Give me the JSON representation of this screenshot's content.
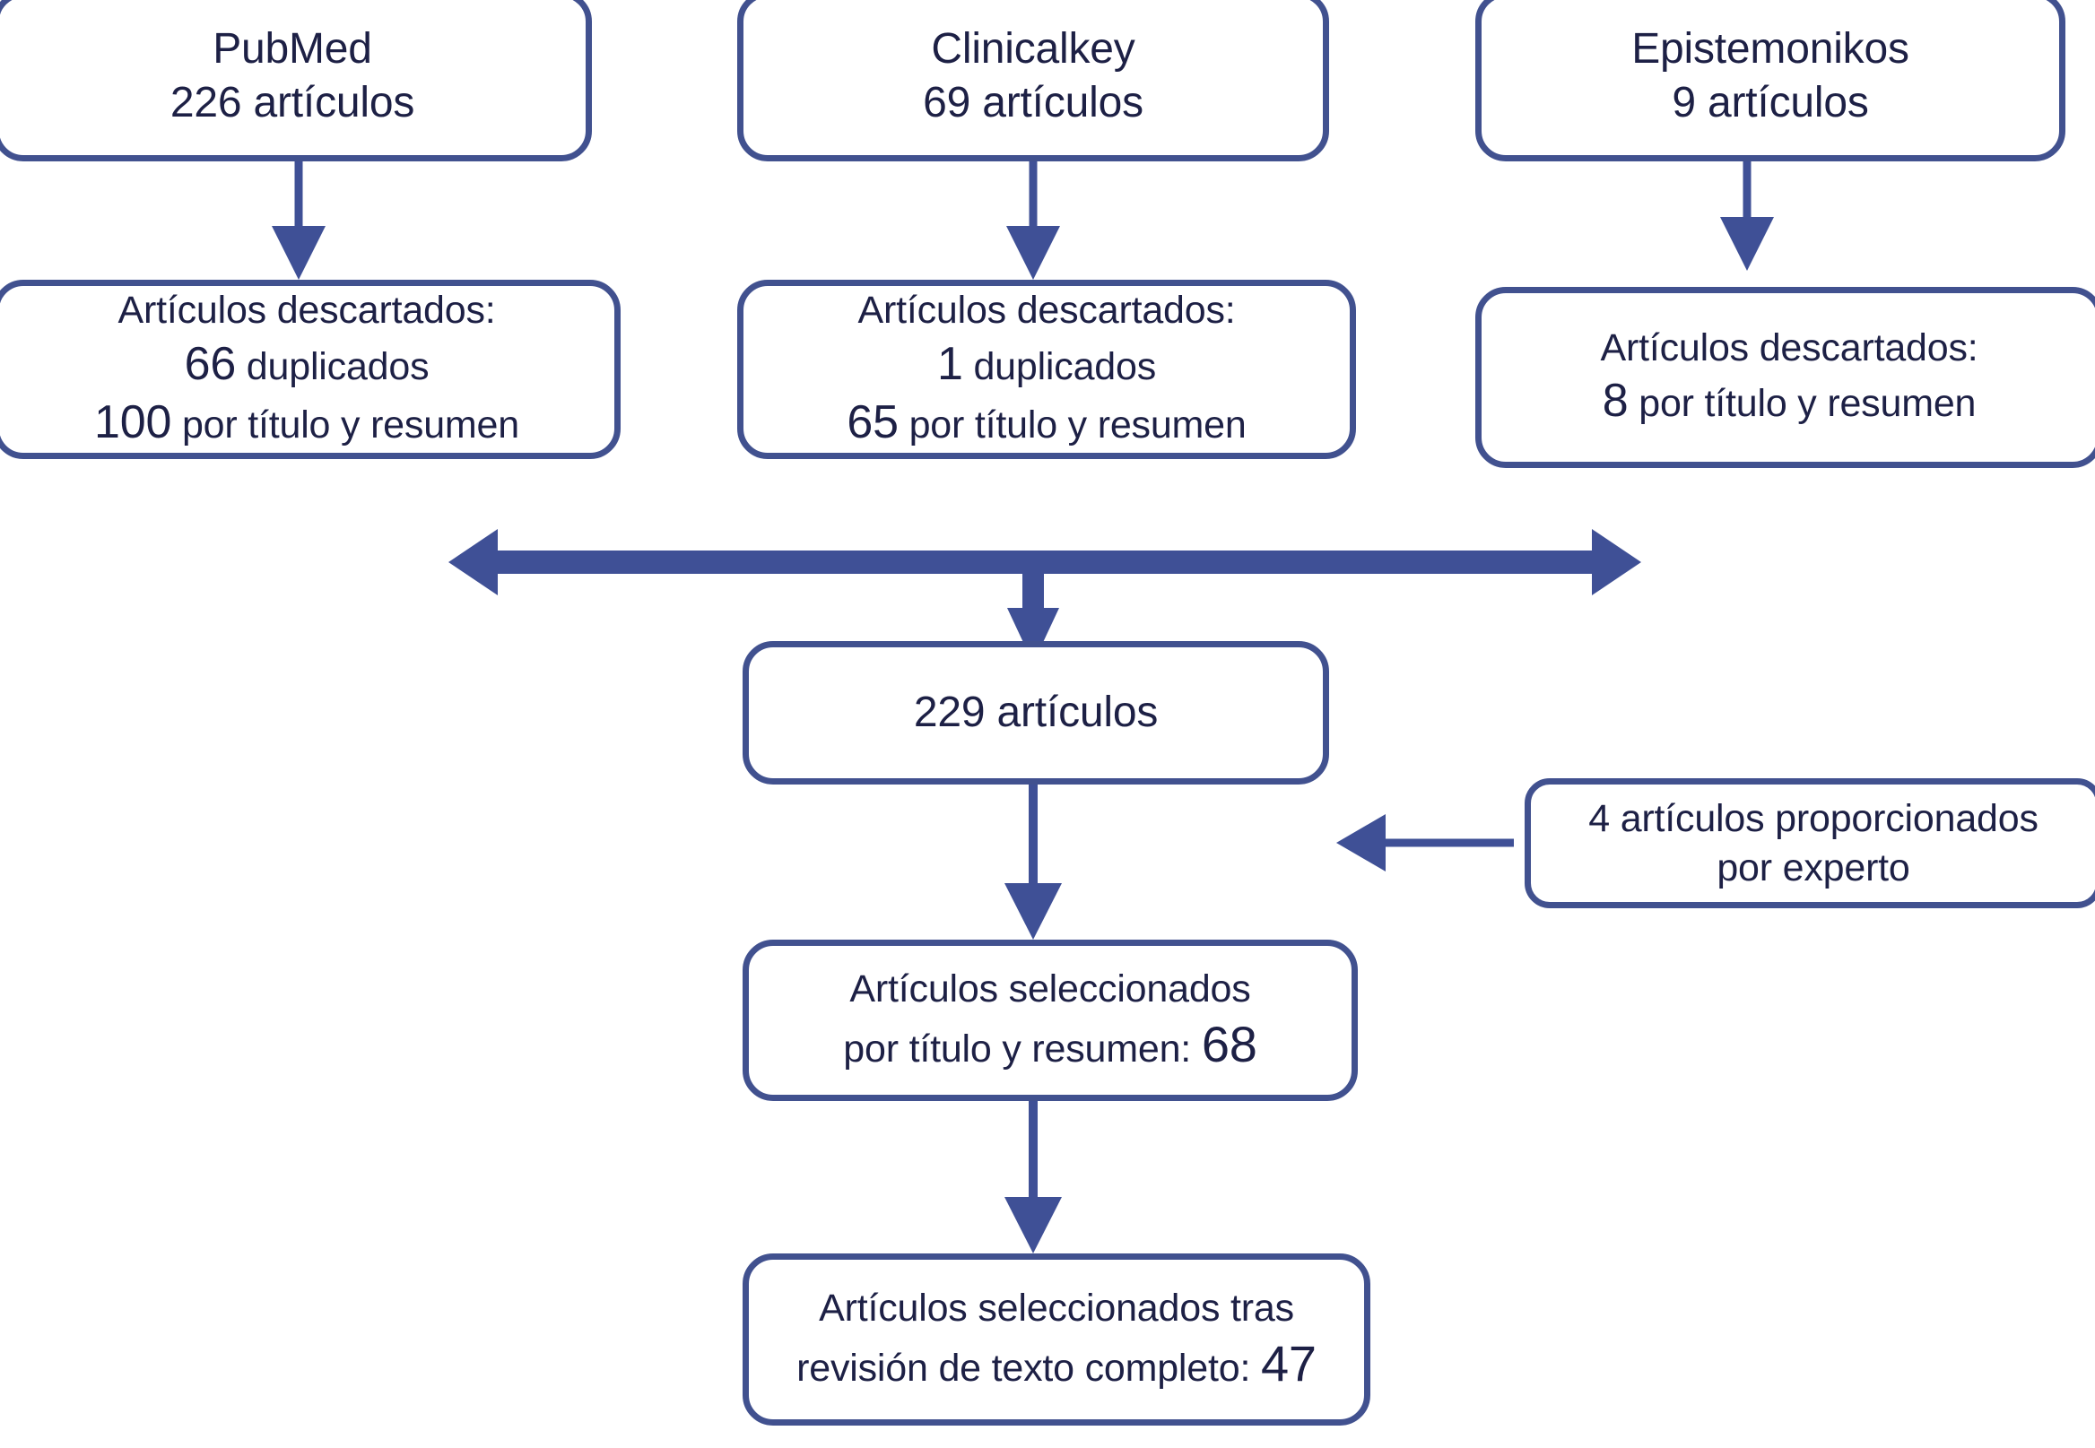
{
  "theme": {
    "border_color": "#41518F",
    "arrow_color": "#3F5096",
    "text_color": "#1D2045",
    "background": "#ffffff"
  },
  "diagram": {
    "type": "prisma-flow-diagram",
    "language": "es",
    "sources": [
      {
        "id": "pubmed",
        "name": "PubMed",
        "count": "226",
        "count_label": "artículos"
      },
      {
        "id": "clinicalkey",
        "name": "Clinicalkey",
        "count": "69",
        "count_label": "artículos"
      },
      {
        "id": "epistemonikos",
        "name": "Epistemonikos",
        "count": "9",
        "count_label": "artículos"
      }
    ],
    "discards": [
      {
        "id": "pubmed-discards",
        "heading": "Artículos descartados:",
        "rows": [
          {
            "number": "66",
            "label": "duplicados"
          },
          {
            "number": "100",
            "label": "por título y resumen"
          }
        ]
      },
      {
        "id": "clinicalkey-discards",
        "heading": "Artículos descartados:",
        "rows": [
          {
            "number": "1",
            "label": "duplicados"
          },
          {
            "number": "65",
            "label": "por título y resumen"
          }
        ]
      },
      {
        "id": "epistemonikos-discards",
        "heading": "Artículos descartados:",
        "rows": [
          {
            "number": "8",
            "label": "por título y resumen"
          }
        ]
      }
    ],
    "pooled": {
      "id": "pooled-articles",
      "number": "229",
      "label": "artículos"
    },
    "expert": {
      "id": "expert-articles",
      "number": "4",
      "line1": "artículos proporcionados",
      "line2": "por experto"
    },
    "screened": {
      "id": "screened-by-title-abstract",
      "line1": "Artículos seleccionados",
      "line2_prefix": "por título y resumen:",
      "number": "68"
    },
    "included": {
      "id": "included-full-text",
      "line1": "Artículos seleccionados tras",
      "line2_prefix": "revisión de texto completo:",
      "number": "47"
    }
  }
}
